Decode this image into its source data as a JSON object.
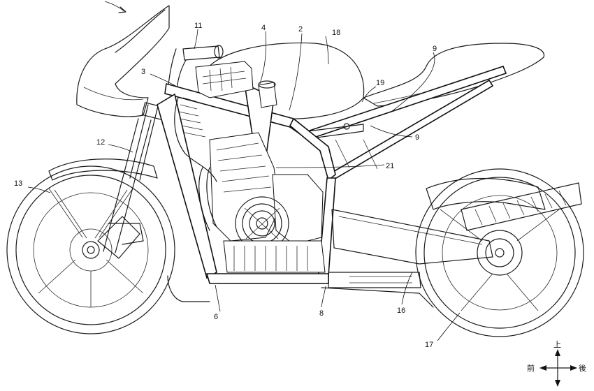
{
  "figure": {
    "labels": [
      {
        "id": "11",
        "text": "11"
      },
      {
        "id": "4",
        "text": "4"
      },
      {
        "id": "2",
        "text": "2"
      },
      {
        "id": "18",
        "text": "18"
      },
      {
        "id": "9a",
        "text": "9"
      },
      {
        "id": "3",
        "text": "3"
      },
      {
        "id": "19",
        "text": "19"
      },
      {
        "id": "9b",
        "text": "9"
      },
      {
        "id": "12",
        "text": "12"
      },
      {
        "id": "21",
        "text": "21"
      },
      {
        "id": "13",
        "text": "13"
      },
      {
        "id": "6",
        "text": "6"
      },
      {
        "id": "8",
        "text": "8"
      },
      {
        "id": "16",
        "text": "16"
      },
      {
        "id": "17",
        "text": "17"
      }
    ],
    "directions": {
      "up": "上",
      "front": "前",
      "rear": "後"
    }
  }
}
